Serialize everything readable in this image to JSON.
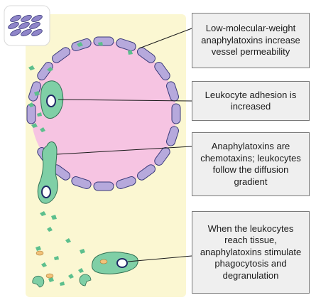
{
  "callouts": [
    {
      "id": "vessel-permeability",
      "text": "Low-molecular-weight anaphylatoxins increase vessel permeability"
    },
    {
      "id": "leukocyte-adhesion",
      "text": "Leukocyte adhesion is increased"
    },
    {
      "id": "chemotaxis",
      "text": "Anaphylatoxins are chemotaxins; leukocytes follow the diffusion gradient"
    },
    {
      "id": "phagocytosis",
      "text": "When the leukocytes reach tissue, anaphylatoxins stimulate phagocytosis and degranulation"
    }
  ],
  "colors": {
    "tissue_background": "#fbf7d2",
    "vessel_lumen": "#f6c4e2",
    "endothelial_cell": "#b6a9dc",
    "leukocyte": "#7fcfa6",
    "anaphylatoxin": "#5cbf8d",
    "granule": "#f2c27a"
  }
}
